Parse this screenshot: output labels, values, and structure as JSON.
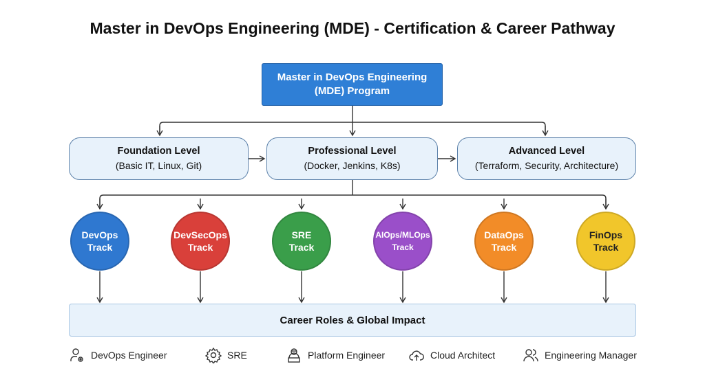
{
  "title": "Master in DevOps Engineering (MDE) - Certification & Career Pathway",
  "program": "Master in DevOps Engineering (MDE) Program",
  "levels": [
    {
      "name": "Foundation Level",
      "topics": "(Basic IT, Linux, Git)"
    },
    {
      "name": "Professional Level",
      "topics": "(Docker, Jenkins, K8s)"
    },
    {
      "name": "Advanced Level",
      "topics": "(Terraform, Security, Architecture)"
    }
  ],
  "tracks": [
    {
      "line1": "DevOps",
      "line2": "Track",
      "color": "#2f78d0"
    },
    {
      "line1": "DevSecOps",
      "line2": "Track",
      "color": "#d9403a"
    },
    {
      "line1": "SRE",
      "line2": "Track",
      "color": "#3a9e4a"
    },
    {
      "line1": "AIOps/MLOps",
      "line2": "Track",
      "color": "#9a4fc9"
    },
    {
      "line1": "DataOps",
      "line2": "Track",
      "color": "#f28c28"
    },
    {
      "line1": "FinOps",
      "line2": "Track",
      "color": "#f1c62b"
    }
  ],
  "career": "Career Roles & Global Impact",
  "roles": [
    {
      "label": "DevOps Engineer",
      "icon": "user-gear-icon"
    },
    {
      "label": "SRE",
      "icon": "gear-icon"
    },
    {
      "label": "Platform Engineer",
      "icon": "engineer-laptop-icon"
    },
    {
      "label": "Cloud Architect",
      "icon": "cloud-upload-icon"
    },
    {
      "label": "Engineering Manager",
      "icon": "users-icon"
    }
  ]
}
